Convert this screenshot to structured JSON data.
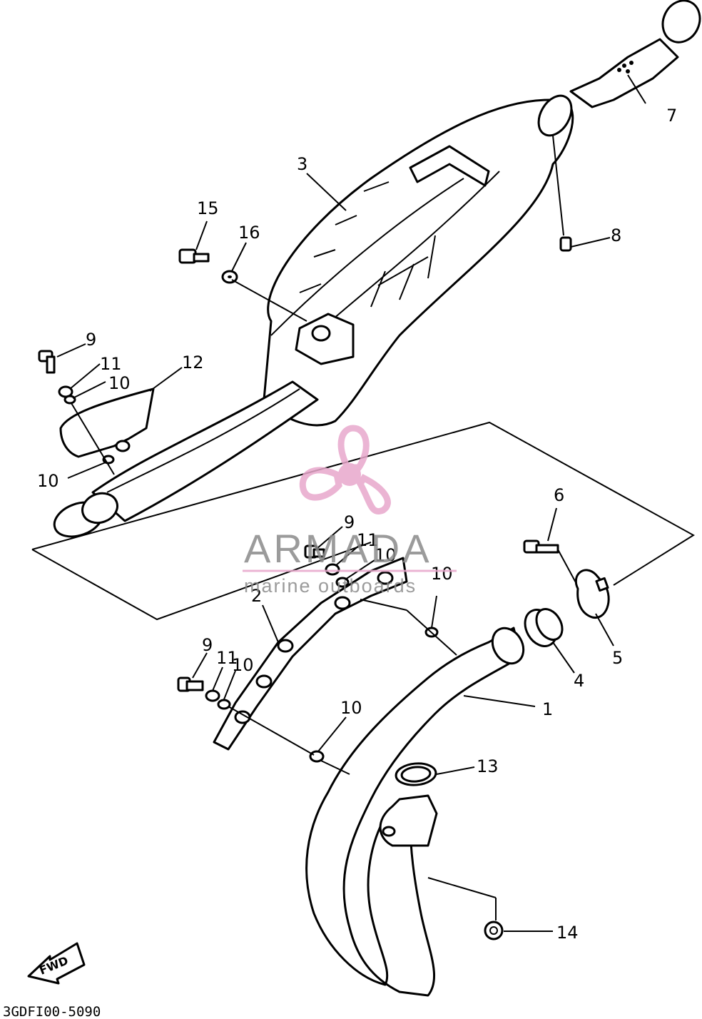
{
  "diagram": {
    "code": "3GDFI00-5090",
    "fwd_label": "FWD",
    "callouts": [
      "1",
      "2",
      "3",
      "4",
      "5",
      "6",
      "7",
      "8",
      "9",
      "10",
      "11",
      "12",
      "13",
      "14",
      "15",
      "16"
    ],
    "duplicate_labels": {
      "label_9": "9",
      "label_10": "10",
      "label_11": "11"
    }
  },
  "watermark": {
    "brand": "ARMADA",
    "tagline": "marine outboards",
    "color": "#e8a8cc",
    "text_color": "#8a8a8a"
  }
}
